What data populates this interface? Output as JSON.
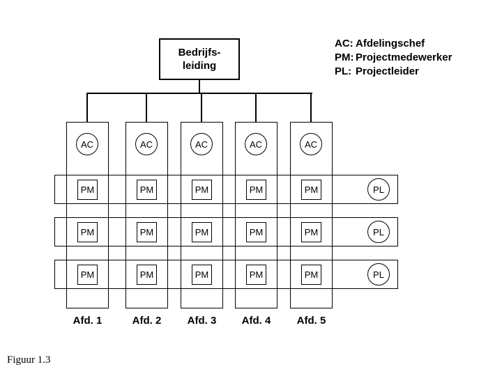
{
  "figure": {
    "title_box": {
      "lines": [
        "Bedrijfs-",
        "leiding"
      ]
    },
    "legend": {
      "items": [
        {
          "abbr": "AC:",
          "label": "Afdelingschef"
        },
        {
          "abbr": "PM:",
          "label": "Projectmedewerker"
        },
        {
          "abbr": "PL:",
          "label": "Projectleider"
        }
      ]
    },
    "departments": [
      {
        "label": "Afd. 1",
        "head": "AC",
        "members": [
          "PM",
          "PM",
          "PM"
        ]
      },
      {
        "label": "Afd. 2",
        "head": "AC",
        "members": [
          "PM",
          "PM",
          "PM"
        ]
      },
      {
        "label": "Afd. 3",
        "head": "AC",
        "members": [
          "PM",
          "PM",
          "PM"
        ]
      },
      {
        "label": "Afd. 4",
        "head": "AC",
        "members": [
          "PM",
          "PM",
          "PM"
        ]
      },
      {
        "label": "Afd. 5",
        "head": "AC",
        "members": [
          "PM",
          "PM",
          "PM"
        ]
      }
    ],
    "project_rows": [
      {
        "leader": "PL"
      },
      {
        "leader": "PL"
      },
      {
        "leader": "PL"
      }
    ],
    "caption": "Figuur 1.3"
  },
  "colors": {
    "line": "#000000",
    "background": "#ffffff",
    "text": "#000000"
  }
}
